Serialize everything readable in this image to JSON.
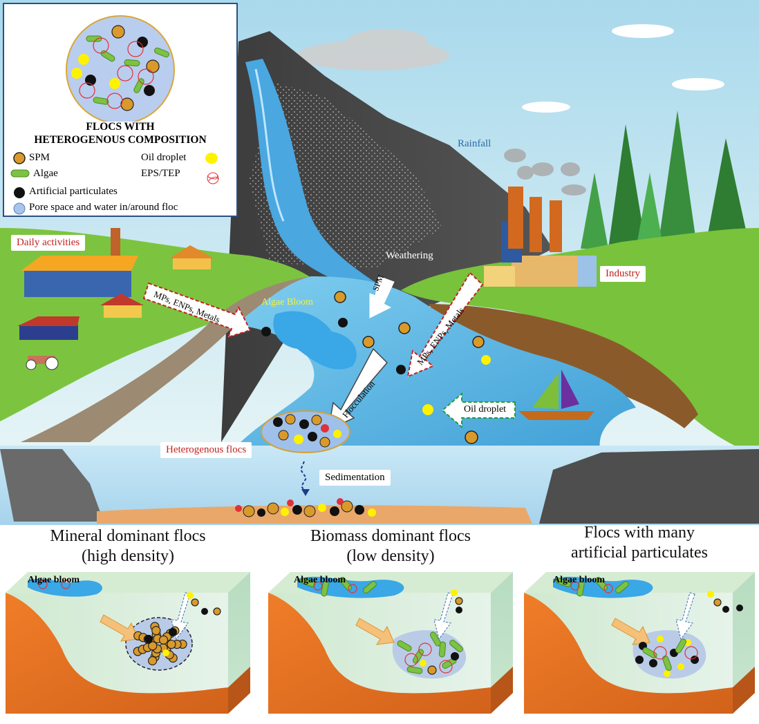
{
  "legend": {
    "title_line1": "FLOCS WITH",
    "title_line2": "HETEROGENOUS COMPOSITION",
    "items": [
      {
        "label": "SPM",
        "icon": "spm-particle-icon"
      },
      {
        "label": "Oil droplet",
        "icon": "oil-droplet-icon"
      },
      {
        "label": "Algae",
        "icon": "algae-icon"
      },
      {
        "label": "EPS/TEP",
        "icon": "eps-tep-icon"
      },
      {
        "label": "Artificial particulates",
        "icon": "artificial-particulate-icon"
      },
      {
        "label": "Pore space and water in/around floc",
        "icon": "pore-space-icon"
      }
    ]
  },
  "scene": {
    "rainfall": "Rainfall",
    "daily_activities": "Daily activities",
    "industry": "Industry",
    "weathering": "Weathering",
    "spm_arrow": "SPM",
    "algae_bloom": "Algae Bloom",
    "pollutants_left": "MPs, ENPs, Metals",
    "pollutants_right": "MPs, ENPs, Metals",
    "flocculation": "Flocculation",
    "oil_droplet": "Oil droplet",
    "heterogenous_flocs": "Heterogenous flocs",
    "sedimentation": "Sedimentation"
  },
  "panels": [
    {
      "caption_line1": "Mineral dominant flocs",
      "caption_line2": "(high density)",
      "bloom_label": "Algae bloom"
    },
    {
      "caption_line1": "Biomass dominant flocs",
      "caption_line2": "(low density)",
      "bloom_label": "Algae bloom"
    },
    {
      "caption_line1": "Flocs with many",
      "caption_line2": "artificial particulates",
      "bloom_label": "Algae bloom"
    }
  ],
  "colors": {
    "spm": "#d99a2b",
    "algae": "#7cc243",
    "oil": "#fff200",
    "eps": "#e0303a",
    "pore": "#a9c4ec",
    "water": "#5fb6e8",
    "grass": "#6cbf3a",
    "sky": "#c6e6f2"
  }
}
